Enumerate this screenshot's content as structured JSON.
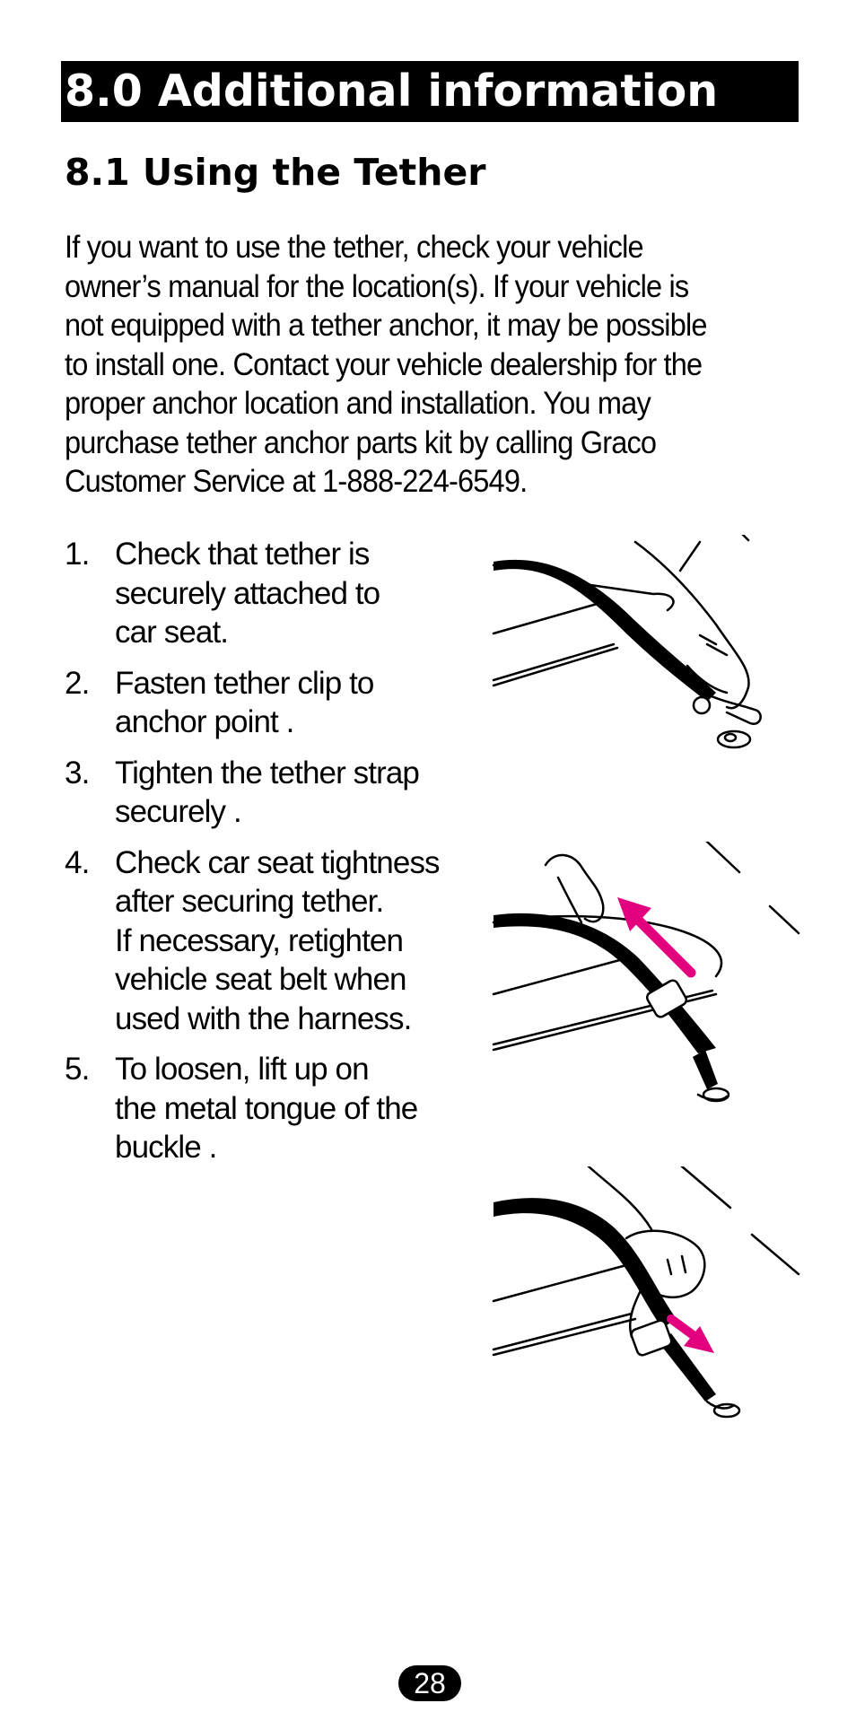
{
  "section_title": "8.0 Additional information",
  "subsection_title": "8.1 Using the Tether",
  "intro": "If you want to use the tether, check your vehicle owner’s manual for the location(s). If your vehicle is not equipped with a tether anchor, it may be possible to install one. Contact your vehicle dealership for the proper anchor location and installation. You may purchase tether anchor parts kit by calling Graco Customer Service at 1-888-224-6549.",
  "steps": [
    {
      "num": "1.",
      "text": "Check that tether is\nsecurely attached to\ncar seat."
    },
    {
      "num": "2.",
      "text": "Fasten tether clip to\nanchor point     ."
    },
    {
      "num": "3.",
      "text": "Tighten the tether strap\nsecurely     ."
    },
    {
      "num": "4.",
      "text": "Check car seat tightness\nafter securing tether.\nIf necessary, retighten\nvehicle seat belt when\nused with the harness."
    },
    {
      "num": "5.",
      "text": "To loosen, lift up on\nthe metal tongue of the\nbuckle     ."
    }
  ],
  "page_number": "28",
  "colors": {
    "arrow": "#e3007e",
    "ink": "#000000"
  },
  "illustrations": [
    "tether-clip-to-anchor-illustration",
    "tighten-tether-strap-illustration",
    "loosen-tether-buckle-illustration"
  ]
}
